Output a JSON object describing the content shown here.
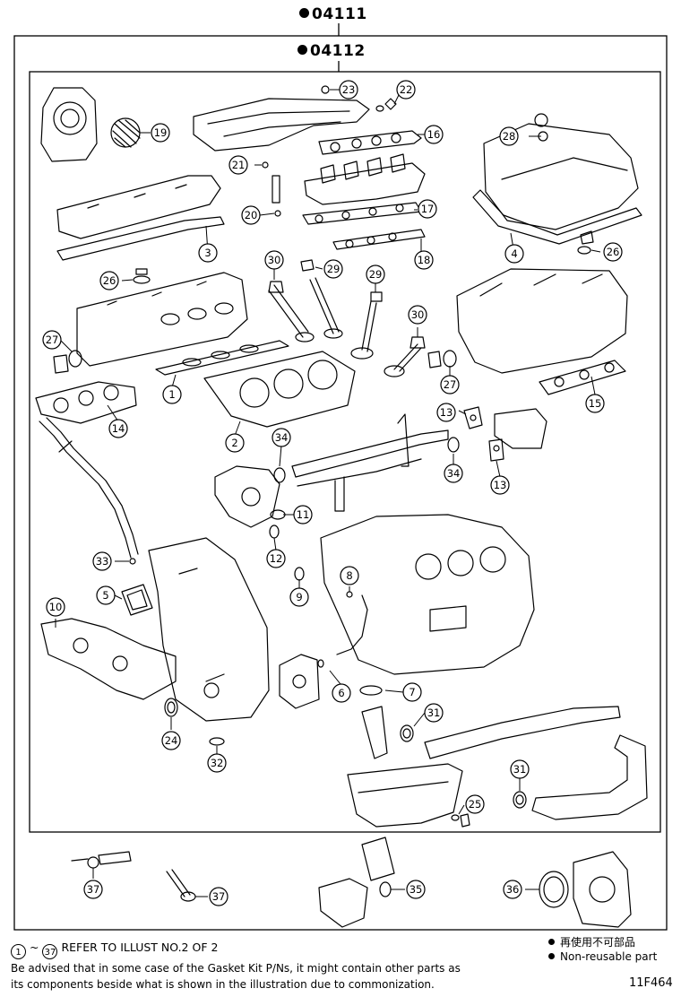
{
  "kit_outer": "04111",
  "kit_inner": "04112",
  "callouts": [
    "23",
    "22",
    "19",
    "16",
    "28",
    "21",
    "17",
    "20",
    "3",
    "4",
    "26",
    "18",
    "26",
    "30",
    "29",
    "29",
    "27",
    "30",
    "1",
    "27",
    "15",
    "14",
    "13",
    "2",
    "34",
    "34",
    "13",
    "11",
    "12",
    "33",
    "8",
    "9",
    "5",
    "10",
    "6",
    "7",
    "31",
    "24",
    "32",
    "31",
    "25",
    "37",
    "37",
    "35",
    "36"
  ],
  "footer": {
    "ref_start": "1",
    "ref_tilde": "~",
    "ref_end": "37",
    "ref_text": "REFER TO ILLUST NO.2 OF 2",
    "advice_line1": "Be advised that in some case of the Gasket Kit P/Ns,  it might contain other parts as",
    "advice_line2": "its components beside what is shown in the illustration due to commonization."
  },
  "legend": {
    "jp": "再使用不可部品",
    "en": "Non-reusable part"
  },
  "figure_code": "11F464"
}
